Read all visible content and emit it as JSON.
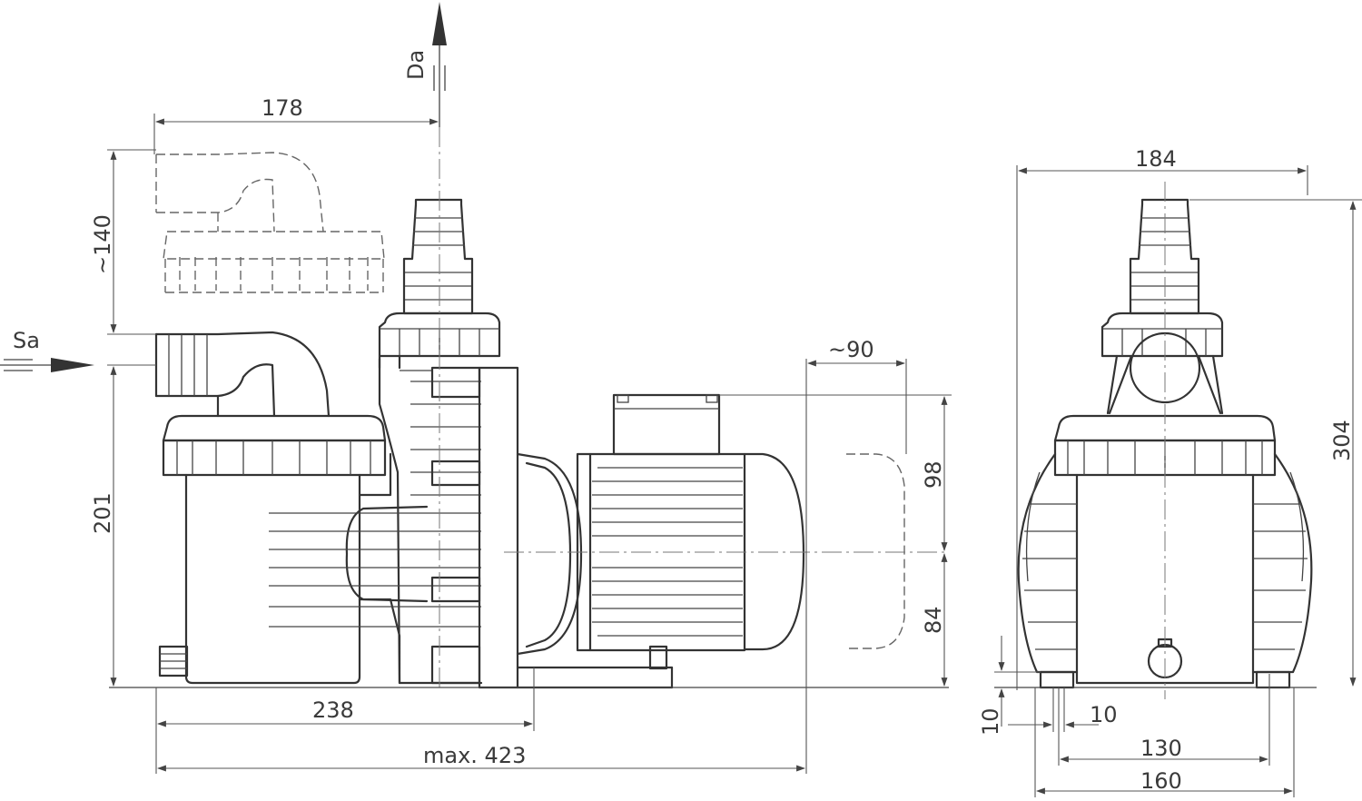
{
  "diagram": {
    "labels": {
      "da": "Da",
      "sa": "Sa",
      "d178": "178",
      "d140": "~140",
      "d201": "201",
      "d238": "238",
      "d423": "max. 423",
      "d90": "~90",
      "d98": "98",
      "d84": "84",
      "d184": "184",
      "d304": "304",
      "d10v": "10",
      "d10h": "10",
      "d130": "130",
      "d160": "160"
    }
  }
}
